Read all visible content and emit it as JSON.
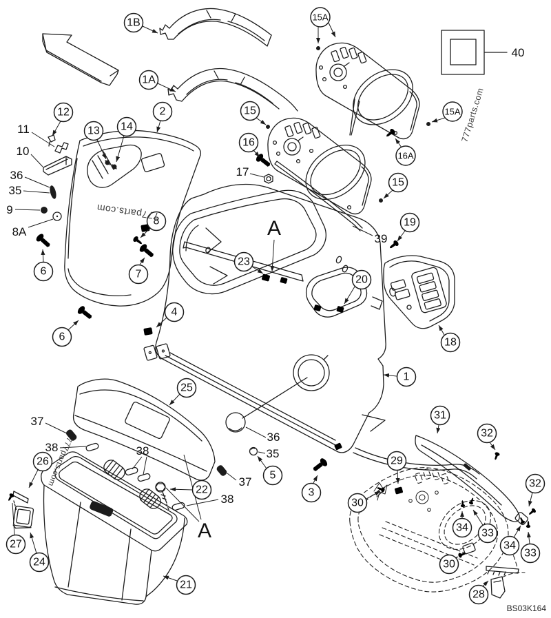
{
  "diagram": {
    "code": "BS03K164",
    "watermark": "777parts.com",
    "labels": {
      "1": "1",
      "1A": "1A",
      "1B": "1B",
      "2": "2",
      "3": "3",
      "4": "4",
      "5": "5",
      "6": "6",
      "7": "7",
      "8": "8",
      "8A": "8A",
      "9": "9",
      "10": "10",
      "11": "11",
      "12": "12",
      "13": "13",
      "14": "14",
      "15": "15",
      "15A": "15A",
      "16": "16",
      "16A": "16A",
      "17": "17",
      "18": "18",
      "19": "19",
      "20": "20",
      "21": "21",
      "22": "22",
      "23": "23",
      "24": "24",
      "25": "25",
      "26": "26",
      "27": "27",
      "28": "28",
      "29": "29",
      "30": "30",
      "31": "31",
      "32": "32",
      "33": "33",
      "34": "34",
      "35": "35",
      "36": "36",
      "37": "37",
      "38": "38",
      "39": "39",
      "40": "40",
      "view": "A"
    }
  }
}
